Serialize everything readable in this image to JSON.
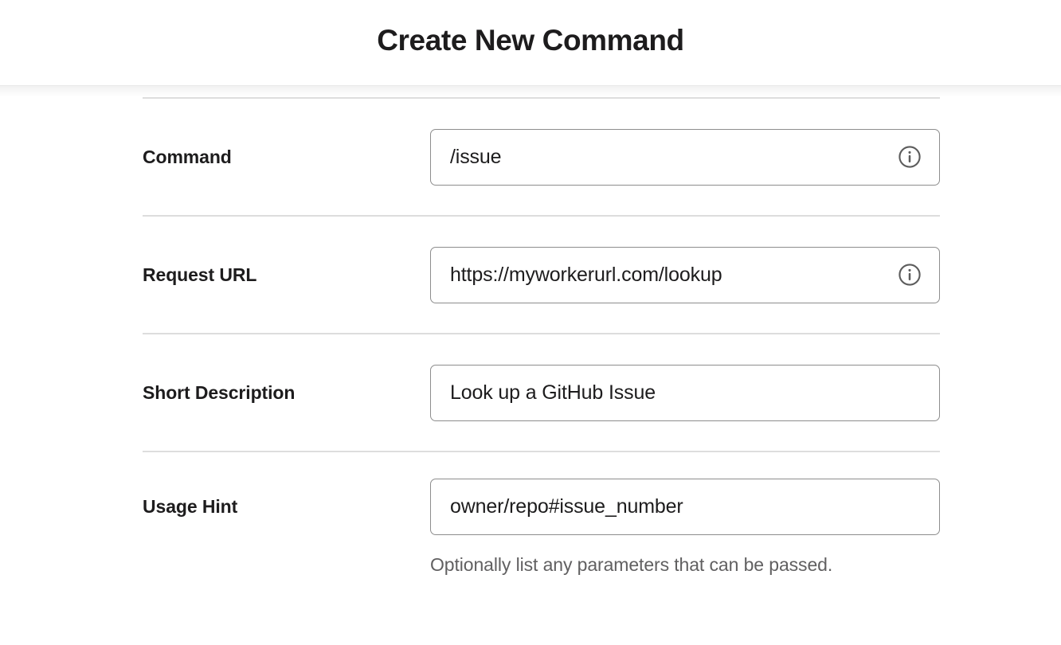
{
  "header": {
    "title": "Create New Command"
  },
  "form": {
    "rows": [
      {
        "label": "Command",
        "value": "/issue",
        "has_info_icon": true,
        "icon": "info-circle-icon",
        "hint": ""
      },
      {
        "label": "Request URL",
        "value": "https://myworkerurl.com/lookup",
        "has_info_icon": true,
        "icon": "info-circle-icon",
        "hint": ""
      },
      {
        "label": "Short Description",
        "value": "Look up a GitHub Issue",
        "has_info_icon": false,
        "icon": "",
        "hint": ""
      },
      {
        "label": "Usage Hint",
        "value": "owner/repo#issue_number",
        "has_info_icon": false,
        "icon": "",
        "hint": "Optionally list any parameters that can be passed."
      }
    ]
  },
  "colors": {
    "page_background": "#ffffff",
    "title_text": "#1d1c1d",
    "label_text": "#1d1c1d",
    "input_text": "#1d1c1d",
    "input_border": "#8d8d8d",
    "divider": "#dddddd",
    "hint_text": "#616061",
    "info_icon": "#5c5c5c"
  }
}
